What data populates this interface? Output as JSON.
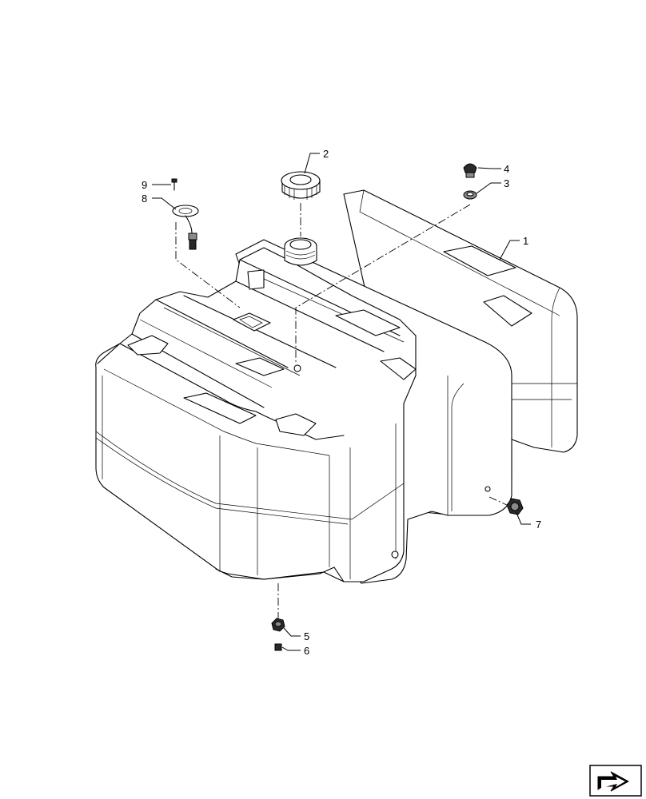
{
  "callouts": [
    {
      "id": "1",
      "label": "1"
    },
    {
      "id": "2",
      "label": "2"
    },
    {
      "id": "3",
      "label": "3"
    },
    {
      "id": "4",
      "label": "4"
    },
    {
      "id": "5",
      "label": "5"
    },
    {
      "id": "6",
      "label": "6"
    },
    {
      "id": "7",
      "label": "7"
    },
    {
      "id": "8",
      "label": "8"
    },
    {
      "id": "9",
      "label": "9"
    }
  ],
  "nav_icon": "next-page-arrow-icon"
}
